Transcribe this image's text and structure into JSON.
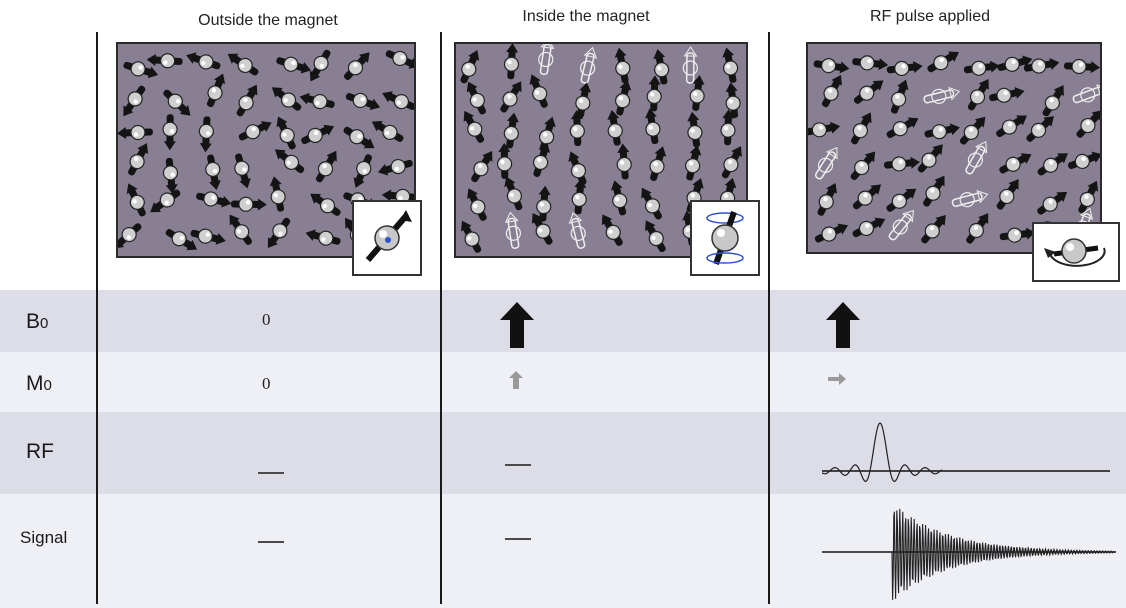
{
  "columns": [
    {
      "title": "Outside the magnet"
    },
    {
      "title": "Inside the magnet"
    },
    {
      "title": "RF pulse applied"
    }
  ],
  "rows": [
    {
      "label_main": "B",
      "label_sub": "0"
    },
    {
      "label_main": "M",
      "label_sub": "0"
    },
    {
      "label_main": "RF",
      "label_sub": ""
    },
    {
      "label_main": "Signal",
      "label_sub": ""
    }
  ],
  "cells": {
    "b0_outside": "0",
    "m0_outside": "0"
  },
  "colors": {
    "band_dark": "#dcdde7",
    "band_light": "#efeff6",
    "panel_bg": "#888092",
    "spin_dark": "#141414",
    "spin_light": "#eeeeee"
  },
  "icons": {
    "b0_arrow": "up-arrow-black",
    "m0_inside_arrow": "up-arrow-small-gray",
    "m0_rf_arrow": "right-arrow-small-gray",
    "rf_pulse": "sinc-pulse",
    "signal": "free-induction-decay"
  }
}
